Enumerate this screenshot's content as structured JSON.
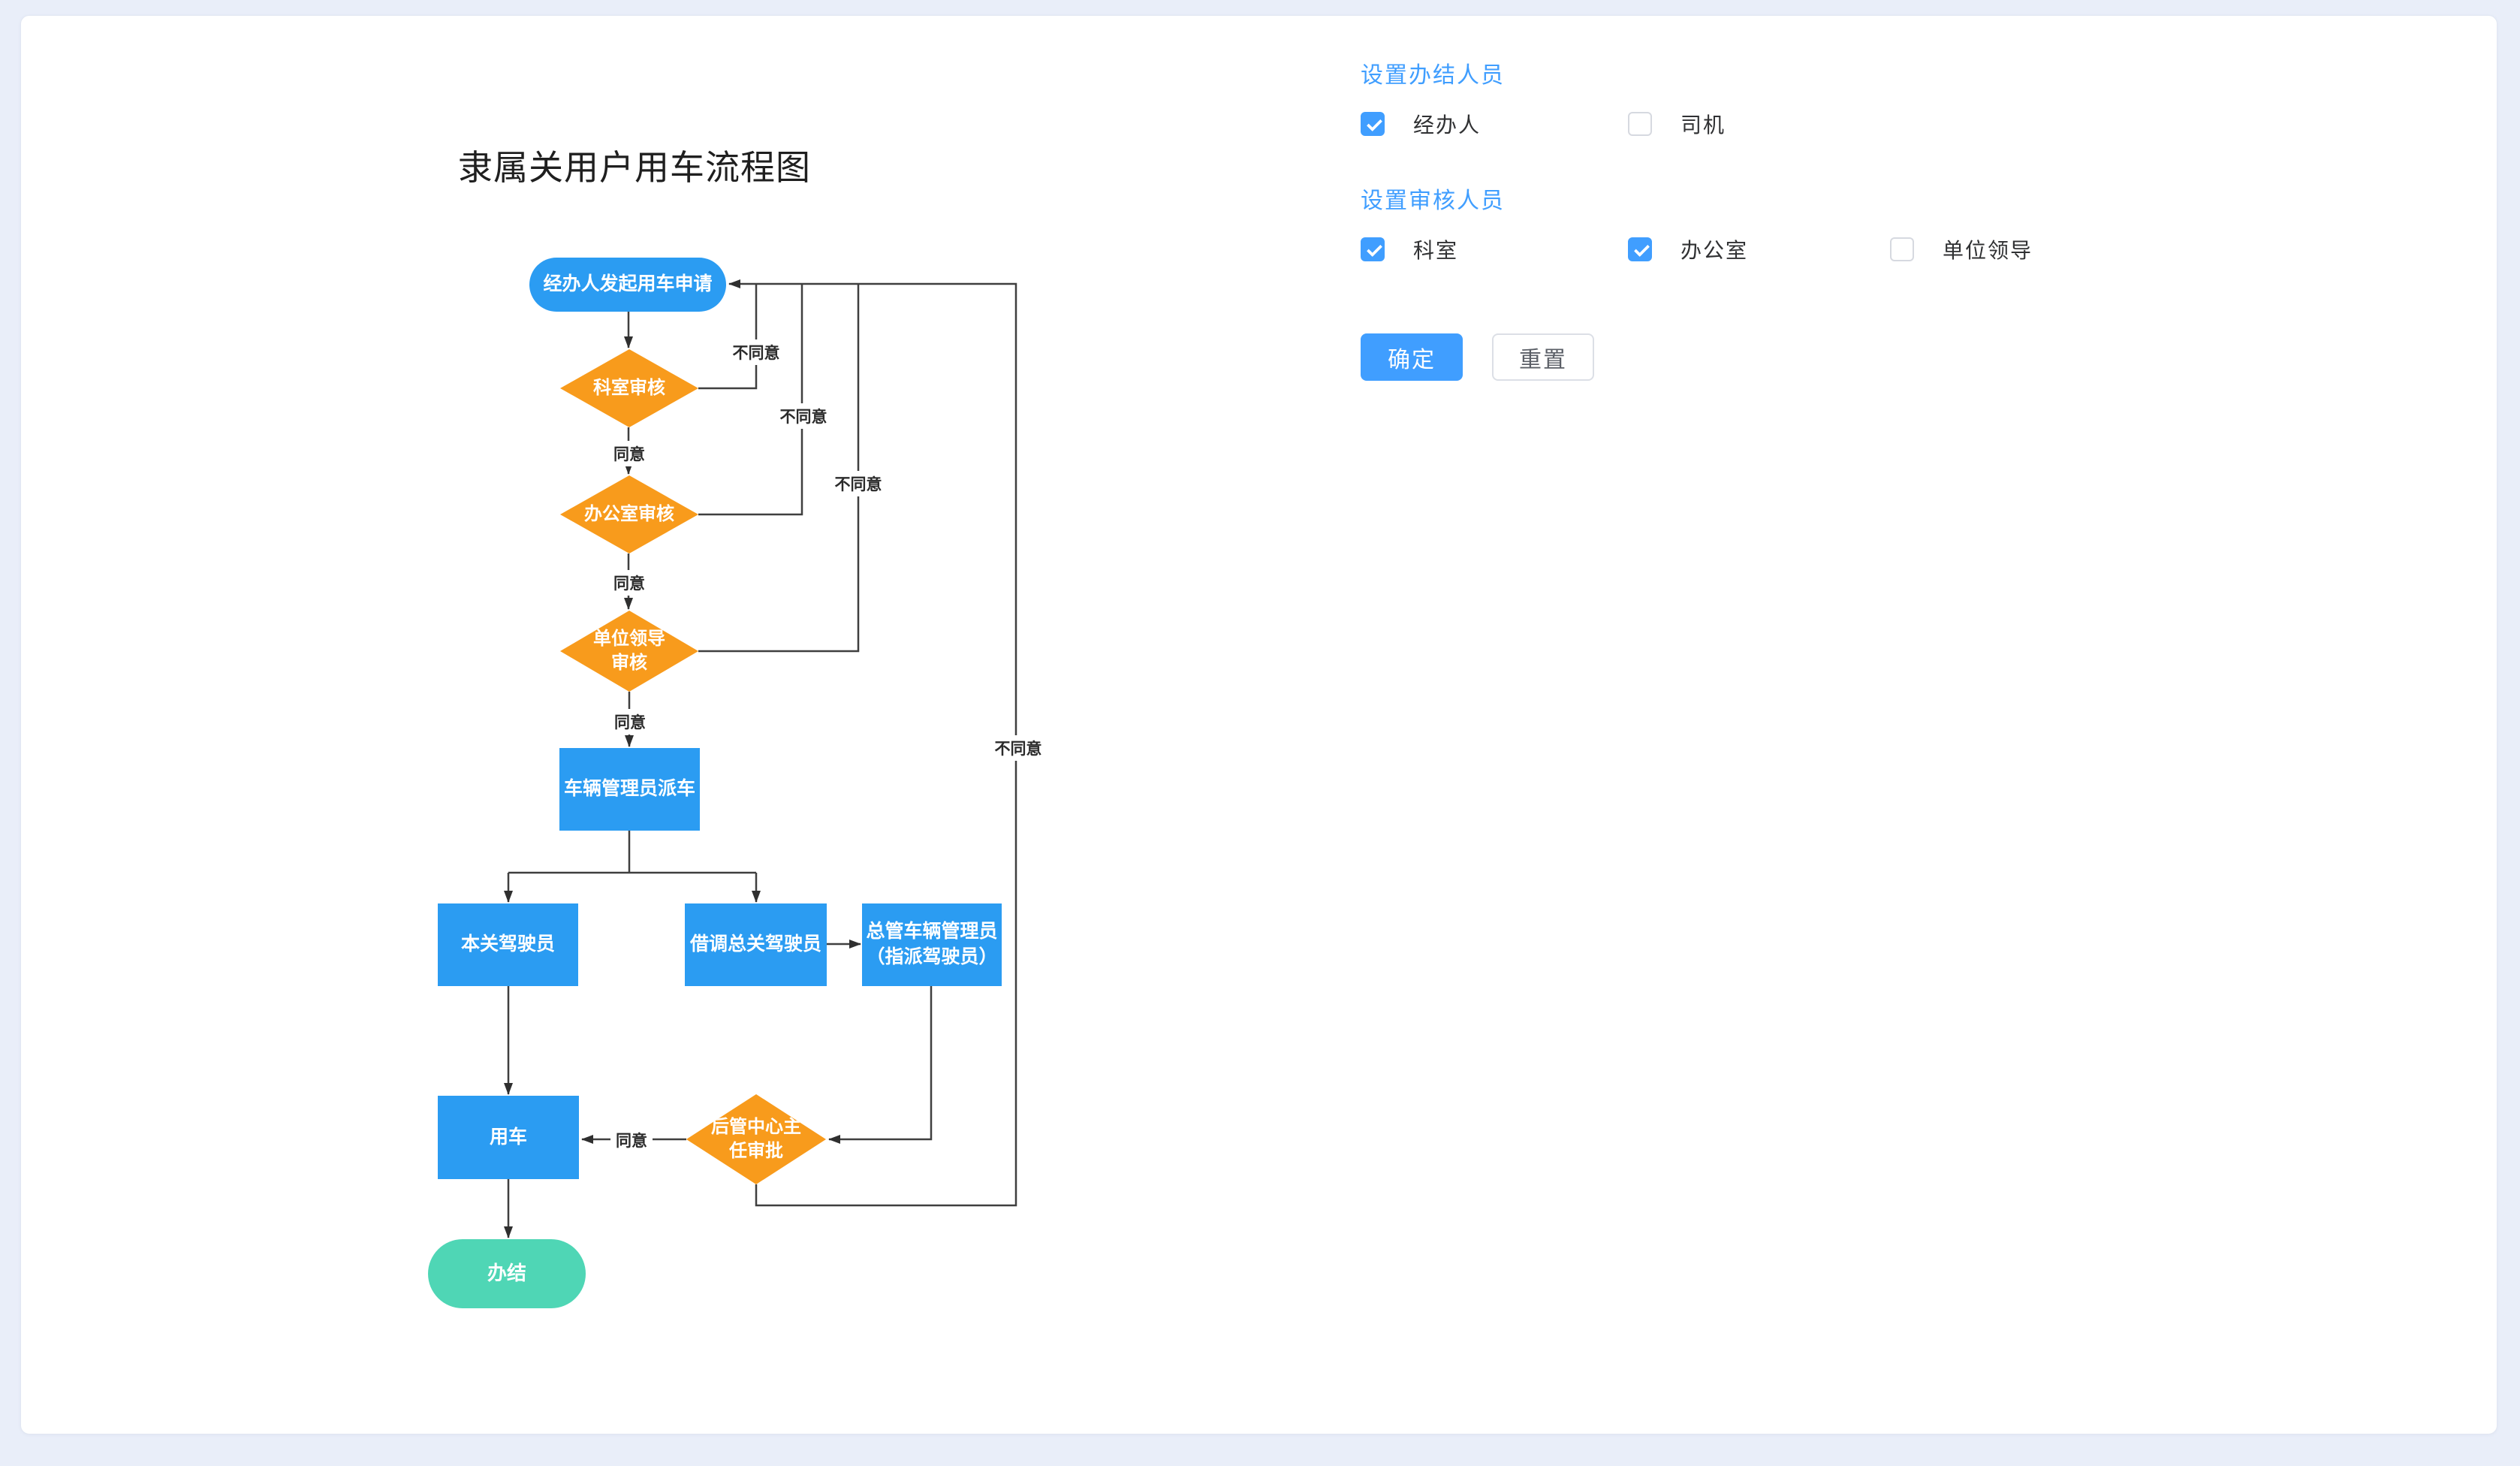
{
  "colors": {
    "accent": "#409eff",
    "node_blue": "#2b9cf2",
    "node_orange": "#f89b1c",
    "node_green": "#4fd6b5",
    "page_bg": "#e9eef9",
    "line": "#3f3f3f"
  },
  "flowchart": {
    "title": "隶属关用户用车流程图",
    "nodes": {
      "start": "经办人发起用车申请",
      "dept_review": "科室审核",
      "office_review": "办公室审核",
      "leader_review": "单位领导\n审核",
      "dispatch": "车辆管理员派车",
      "local_driver": "本关驾驶员",
      "borrow_driver": "借调总关驾驶员",
      "chief_admin": "总管车辆管理员\n（指派驾驶员）",
      "use_car": "用车",
      "center_approve": "后管中心主\n任审批",
      "finish": "办结"
    },
    "edge_labels": {
      "agree1": "同意",
      "agree2": "同意",
      "agree3": "同意",
      "agree4": "同意",
      "disagree1": "不同意",
      "disagree2": "不同意",
      "disagree3": "不同意",
      "disagree4": "不同意"
    }
  },
  "panel": {
    "finish_section": {
      "title": "设置办结人员",
      "options": [
        {
          "label": "经办人",
          "checked": true
        },
        {
          "label": "司机",
          "checked": false
        }
      ]
    },
    "review_section": {
      "title": "设置审核人员",
      "options": [
        {
          "label": "科室",
          "checked": true
        },
        {
          "label": "办公室",
          "checked": true
        },
        {
          "label": "单位领导",
          "checked": false
        }
      ]
    },
    "buttons": {
      "confirm": "确定",
      "reset": "重置"
    }
  }
}
